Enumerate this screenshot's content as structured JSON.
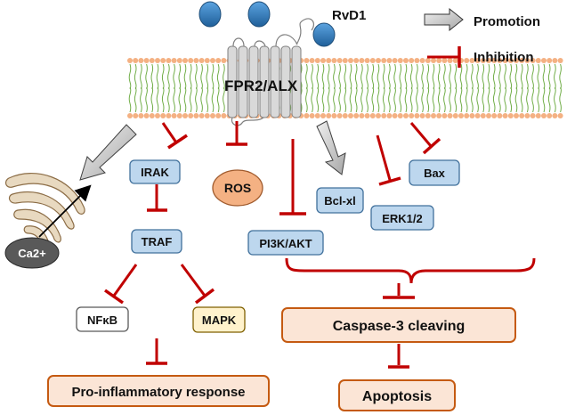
{
  "legend": {
    "promotion": "Promotion",
    "inhibition": "Inhibition"
  },
  "ligand": "RvD1",
  "receptor": "FPR2/ALX",
  "nodes": {
    "ca2": "Ca2+",
    "irak": "IRAK",
    "ros": "ROS",
    "traf": "TRAF",
    "nfkb": "NFκB",
    "mapk": "MAPK",
    "pi3k": "PI3K/AKT",
    "bclxl": "Bcl-xl",
    "erk": "ERK1/2",
    "bax": "Bax"
  },
  "outcomes": {
    "inflammatory": "Pro-inflammatory response",
    "caspase": "Caspase-3 cleaving",
    "apoptosis": "Apoptosis"
  },
  "colors": {
    "inhibition": "#c00000",
    "promotion_fill": "#c8c8c8",
    "node_fill": "#bdd7ee",
    "node_stroke": "#41719c",
    "outcome_fill": "#fbe5d6",
    "outcome_stroke": "#c55a11",
    "ros_fill": "#f4b183",
    "ca_fill": "#595959",
    "mapk_fill": "#fff2cc",
    "ligand_fill": "#2e75b6",
    "lipid_head": "#f4b183",
    "lipid_tail": "#70ad47"
  }
}
